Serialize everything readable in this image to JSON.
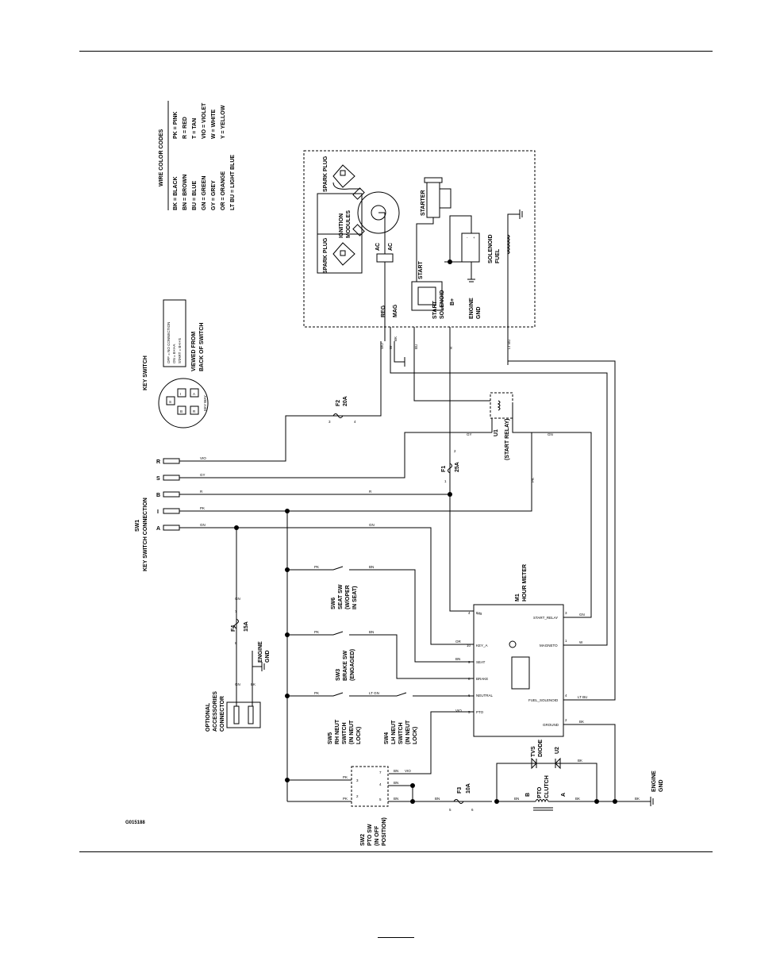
{
  "drawing_id": "G015188",
  "wire_color_codes": {
    "title": "WIRE COLOR CODES",
    "left": [
      "BK = BLACK",
      "BN = BROWN",
      "BU = BLUE",
      "GN = GREEN",
      "GY = GREY",
      "OR = ORANGE",
      "LT BU = LIGHT BLUE"
    ],
    "right": [
      "PK = PINK",
      "R = RED",
      "T = TAN",
      "VIO = VIOLET",
      "W = WHITE",
      "Y = YELLOW"
    ]
  },
  "key_switch": {
    "title": "KEY SWITCH",
    "viewed_from_1": "VIEWED FROM",
    "viewed_from_2": "BACK OF SWITCH",
    "positions": [
      "OFF  = NO CONNECTION",
      "ON   = B+I+A",
      "START = B+I+S"
    ],
    "terminals": [
      "S",
      "A",
      "I",
      "B",
      "R"
    ],
    "keyway": "KEY WAY"
  },
  "sw1": {
    "ref": "SW1",
    "name": "KEY SWITCH CONNECTION",
    "pins": [
      {
        "pin": "R",
        "wire": "VIO"
      },
      {
        "pin": "S",
        "wire": "GY"
      },
      {
        "pin": "B",
        "wire": "R"
      },
      {
        "pin": "I",
        "wire": "PK"
      },
      {
        "pin": "A",
        "wire": "GN"
      }
    ]
  },
  "engine": {
    "spark_plug": "SPARK PLUG",
    "ignition_modules_1": "IGNITION",
    "ignition_modules_2": "MODULES",
    "ac": "AC",
    "starter": "STARTER",
    "fuel_solenoid_1": "FUEL",
    "fuel_solenoid_2": "SOLENOID",
    "start_solenoid_1": "START",
    "start_solenoid_2": "SOLENOID",
    "start": "START",
    "reg": "REG",
    "mag": "MAG",
    "bplus": "B+",
    "engine_gnd_1": "ENGINE",
    "engine_gnd_2": "GND"
  },
  "fuses": {
    "f1": {
      "ref": "F1",
      "rating": "25A",
      "pins": [
        "1",
        "2"
      ]
    },
    "f2": {
      "ref": "F2",
      "rating": "20A",
      "pins": [
        "3",
        "4"
      ]
    },
    "f3": {
      "ref": "F3",
      "rating": "10A",
      "pins": [
        "5",
        "6"
      ]
    },
    "f4": {
      "ref": "F4",
      "rating": "15A",
      "pins": [
        "7",
        "8"
      ]
    }
  },
  "relay": {
    "ref": "U1",
    "name": "(START RELAY)"
  },
  "hour_meter": {
    "ref": "M1",
    "name": "HOUR METER",
    "left_pins": [
      "B+",
      "KEY_A",
      "SEAT",
      "BRAKE",
      "NEUTRAL",
      "PTO"
    ],
    "left_nums": [
      "4",
      "10",
      "9",
      "8",
      "6",
      "5"
    ],
    "right_pins": [
      "START_RELAY",
      "MAGNETO",
      "FUEL_SOLENOID",
      "GROUND"
    ],
    "right_nums": [
      "3",
      "1",
      "4",
      "2"
    ]
  },
  "switches": {
    "sw6": [
      "SW6",
      "SEAT SW",
      "(W/OPER",
      "IN SEAT)"
    ],
    "sw3": [
      "SW3",
      "BRAKE SW",
      "(ENGAGED)"
    ],
    "sw5": [
      "SW5",
      "RH NEUT",
      "SWITCH",
      "(IN NEUT",
      "LOCK)"
    ],
    "sw4": [
      "SW4",
      "LH NEUT",
      "SWITCH",
      "(IN NEUT",
      "LOCK)"
    ],
    "sw2": [
      "SW2",
      "PTO SW",
      "(IN OFF",
      "POSITION)"
    ]
  },
  "optional_accessories": [
    "OPTIONAL",
    "ACCESSORIES",
    "CONNECTOR"
  ],
  "engine_gnd_labels": [
    "ENGINE",
    "GND"
  ],
  "diode": {
    "ref": "U2",
    "name_1": "TVS",
    "name_2": "DIODE"
  },
  "pto_clutch": {
    "name_1": "PTO",
    "name_2": "CLUTCH",
    "a": "A",
    "b": "B"
  },
  "wire_labels": {
    "vio": "VIO",
    "gy": "GY",
    "r": "R",
    "pk": "PK",
    "gn": "GN",
    "bn": "BN",
    "bk": "BK",
    "or": "OR",
    "ltbu": "LT BU",
    "bu": "BU",
    "w": "W",
    "ltgn": "LT GN"
  }
}
